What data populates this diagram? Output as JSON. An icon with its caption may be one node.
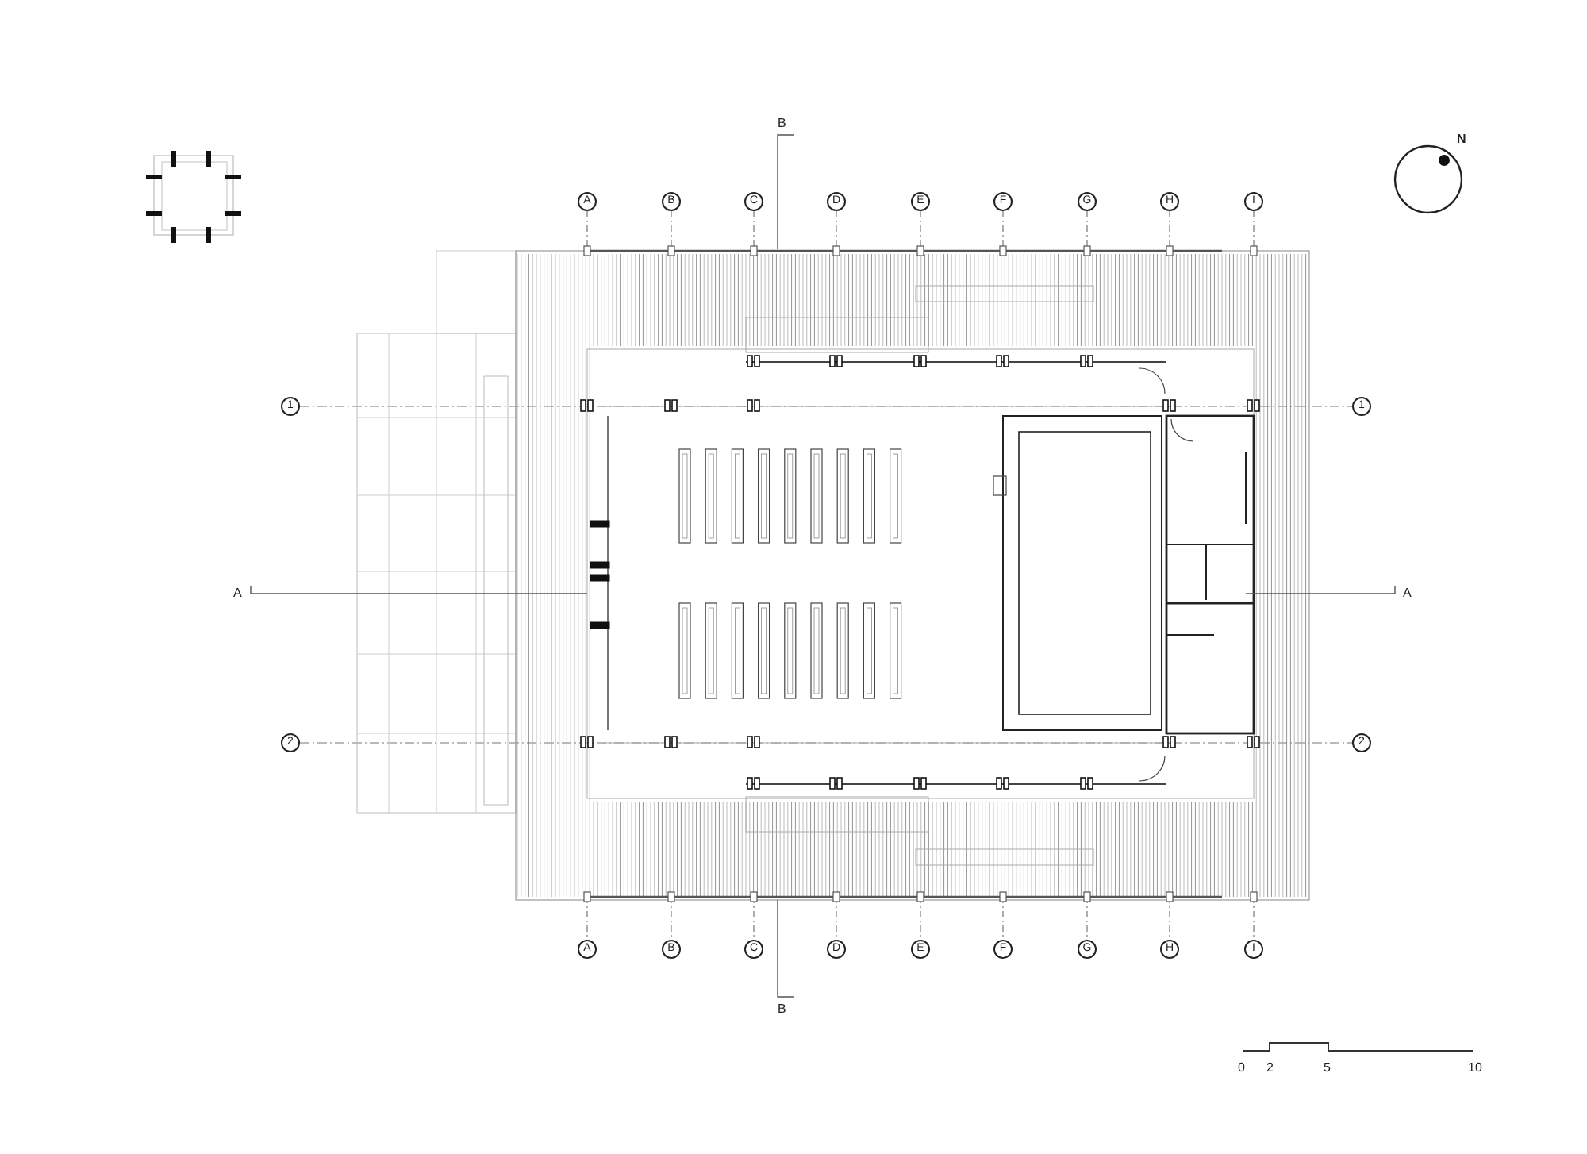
{
  "diagram": {
    "nodes": [
      {
        "text": [
          "A"
        ]
      },
      {
        "text": [
          "B"
        ]
      },
      {
        "text": [
          "C"
        ]
      },
      {
        "text": [
          "D"
        ]
      },
      {
        "text": [
          "E"
        ]
      },
      {
        "text": [
          "F"
        ]
      },
      {
        "text": [
          "G"
        ]
      },
      {
        "text": [
          "H"
        ]
      },
      {
        "text": [
          "I"
        ]
      },
      {
        "text": [
          "1"
        ]
      },
      {
        "text": [
          "1"
        ]
      },
      {
        "text": [
          "2"
        ]
      },
      {
        "text": [
          "2"
        ]
      },
      {
        "text": [
          "A"
        ]
      },
      {
        "text": [
          "B"
        ]
      },
      {
        "text": [
          "C"
        ]
      },
      {
        "text": [
          "D"
        ]
      },
      {
        "text": [
          "E"
        ]
      },
      {
        "text": [
          "F"
        ]
      },
      {
        "text": [
          "G"
        ]
      },
      {
        "text": [
          "H"
        ]
      },
      {
        "text": [
          "I"
        ]
      }
    ],
    "labels": [
      "B",
      "N",
      "A",
      "A",
      "B",
      "0",
      "2",
      "5",
      "10"
    ]
  }
}
